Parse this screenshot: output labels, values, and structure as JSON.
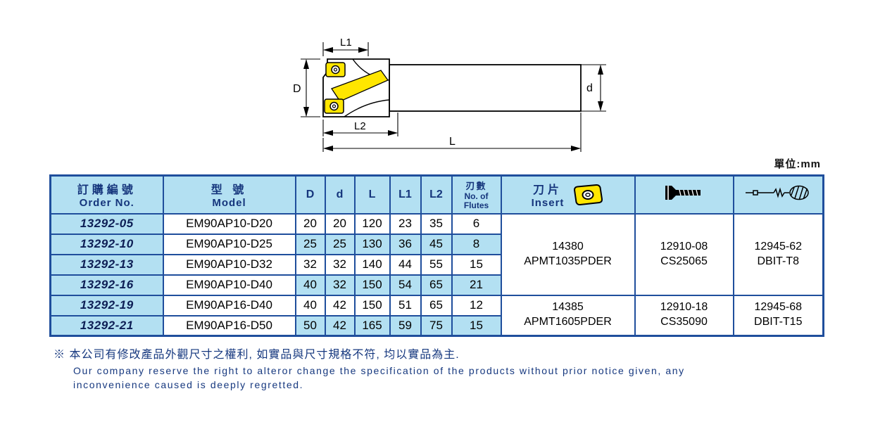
{
  "unit_label": "單位:mm",
  "drawing": {
    "dim_labels": {
      "L1": "L1",
      "L2": "L2",
      "L": "L",
      "D": "D",
      "d": "d"
    }
  },
  "table": {
    "headers": {
      "order_zh": "訂購編號",
      "order_en": "Order No.",
      "model_zh": "型 號",
      "model_en": "Model",
      "col_D": "D",
      "col_d": "d",
      "col_L": "L",
      "col_L1": "L1",
      "col_L2": "L2",
      "flutes_zh": "刃數",
      "flutes_en1": "No. of",
      "flutes_en2": "Flutes",
      "insert_zh": "刀片",
      "insert_en": "Insert",
      "insert_icon": "milling-insert-icon",
      "screw_icon": "countersunk-screw-icon",
      "driver_icon": "torx-driver-icon"
    },
    "rows": [
      {
        "order": "13292-05",
        "model": "EM90AP10-D20",
        "D": "20",
        "d": "20",
        "L": "120",
        "L1": "23",
        "L2": "35",
        "flutes": "6"
      },
      {
        "order": "13292-10",
        "model": "EM90AP10-D25",
        "D": "25",
        "d": "25",
        "L": "130",
        "L1": "36",
        "L2": "45",
        "flutes": "8"
      },
      {
        "order": "13292-13",
        "model": "EM90AP10-D32",
        "D": "32",
        "d": "32",
        "L": "140",
        "L1": "44",
        "L2": "55",
        "flutes": "15"
      },
      {
        "order": "13292-16",
        "model": "EM90AP10-D40",
        "D": "40",
        "d": "32",
        "L": "150",
        "L1": "54",
        "L2": "65",
        "flutes": "21"
      },
      {
        "order": "13292-19",
        "model": "EM90AP16-D40",
        "D": "40",
        "d": "42",
        "L": "150",
        "L1": "51",
        "L2": "65",
        "flutes": "12"
      },
      {
        "order": "13292-21",
        "model": "EM90AP16-D50",
        "D": "50",
        "d": "42",
        "L": "165",
        "L1": "59",
        "L2": "75",
        "flutes": "15"
      }
    ],
    "merged": [
      {
        "insert": [
          "14380",
          "APMT1035PDER"
        ],
        "screw": [
          "12910-08",
          "CS25065"
        ],
        "driver": [
          "12945-62",
          "DBIT-T8"
        ]
      },
      {
        "insert": [
          "14385",
          "APMT1605PDER"
        ],
        "screw": [
          "12910-18",
          "CS35090"
        ],
        "driver": [
          "12945-68",
          "DBIT-T15"
        ]
      }
    ],
    "colors": {
      "header_bg": "#b3e0f2",
      "border_blue": "#1f4e9c",
      "insert_yellow": "#ffe600"
    }
  },
  "footer": {
    "zh": "※ 本公司有修改產品外觀尺寸之權利, 如實品與尺寸規格不符, 均以實品為主.",
    "en1": "Our company reserve the right to alteror change the specification of the products without prior notice given, any",
    "en2": "inconvenience caused is deeply regretted."
  }
}
